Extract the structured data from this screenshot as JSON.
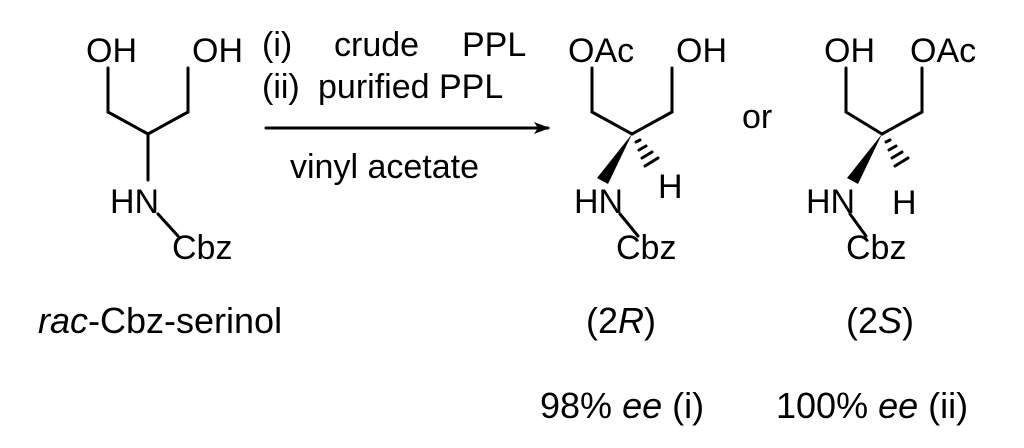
{
  "reagents": {
    "step_i_num": "(i)",
    "step_i_text": "crude",
    "step_i_enzyme": "PPL",
    "step_ii_num": "(ii)",
    "step_ii_text": "purified PPL",
    "acyl_donor": "vinyl acetate"
  },
  "starting_material": {
    "oh_left": "OH",
    "oh_right": "OH",
    "nh": "HN",
    "protecting_group": "Cbz",
    "name_prefix": "rac",
    "name_rest": "-Cbz-serinol"
  },
  "product_2R": {
    "oac": "OAc",
    "oh": "OH",
    "nh": "HN",
    "h": "H",
    "protecting_group": "Cbz",
    "label_open": "(2",
    "label_config": "R",
    "label_close": ")",
    "ee_value": "98%",
    "ee_unit": "ee",
    "ee_cond": "(i)"
  },
  "connector": "or",
  "product_2S": {
    "oh": "OH",
    "oac": "OAc",
    "nh": "HN",
    "h": "H",
    "protecting_group": "Cbz",
    "label_open": "(2",
    "label_config": "S",
    "label_close": ")",
    "ee_value": "100%",
    "ee_unit": "ee",
    "ee_cond": "(ii)"
  }
}
